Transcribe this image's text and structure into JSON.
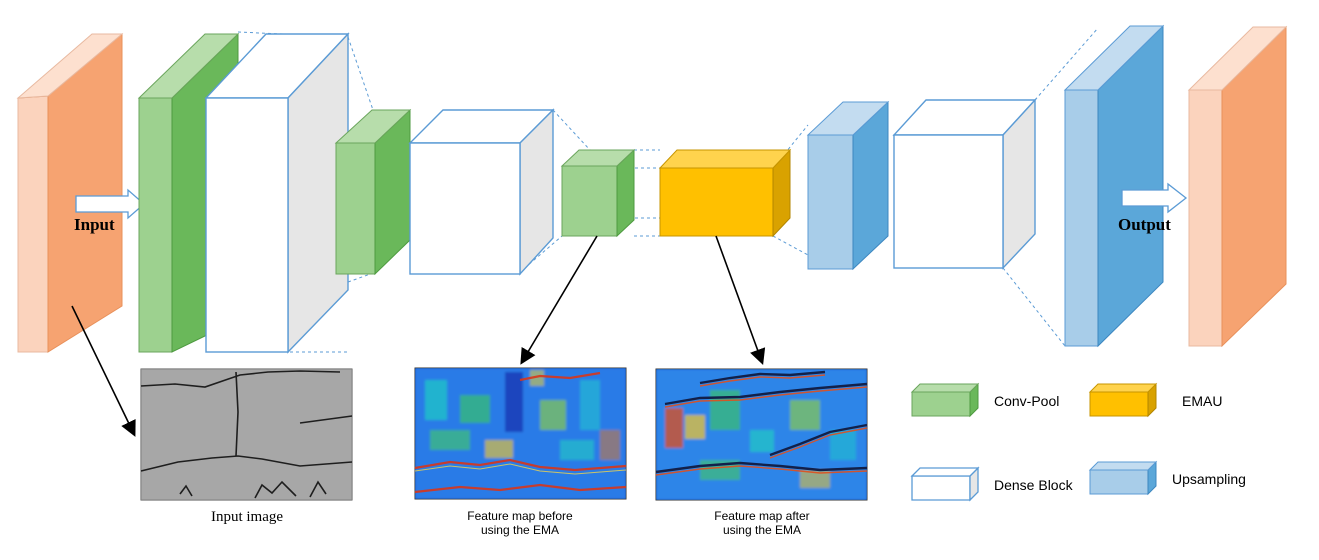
{
  "labels": {
    "input": "Input",
    "output": "Output",
    "input_image": "Input image",
    "feature_before_line1": "Feature map before",
    "feature_before_line2": "using the EMA",
    "feature_after_line1": "Feature map after",
    "feature_after_line2": "using the EMA"
  },
  "legend": {
    "conv_pool": "Conv-Pool",
    "emau": "EMAU",
    "dense_block": "Dense Block",
    "upsampling": "Upsampling"
  },
  "colors": {
    "input_front": "#f6a371",
    "input_side": "#fbd3bd",
    "green_front": "#6ab85a",
    "green_side": "#9dd18f",
    "orange_front": "#ffc000",
    "orange_side": "#d9a200",
    "blue_front": "#5ba7d9",
    "blue_side": "#a8cde9",
    "block_edge": "#5b9bd5",
    "dense_side": "#e6e6e6"
  },
  "icons": {
    "input_arrow": "hollow-arrow-right",
    "output_arrow": "hollow-arrow-right"
  }
}
